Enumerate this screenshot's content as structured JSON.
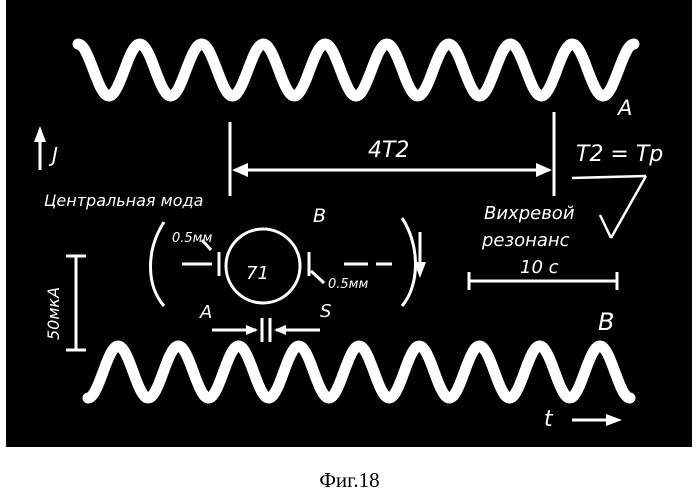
{
  "chart_data": {
    "type": "line",
    "title": "",
    "series": [
      {
        "name": "A",
        "cycles": 9
      },
      {
        "name": "B",
        "cycles": 9
      }
    ],
    "y_axis_label": "J",
    "x_axis_label": "t",
    "period_span_label": "4T2",
    "relation_label": "T2 = Tp",
    "central_mode_label": "Центральная мода",
    "vortex_resonance_label": [
      "Вихревой",
      "резонанс"
    ],
    "time_scale_label": "10 c",
    "current_scale_label": "50мкА",
    "inset": {
      "center_label": "71",
      "label_a": "A",
      "label_b": "B",
      "label_s": "S",
      "gap_top_label": "0.5мм",
      "gap_bottom_label": "0.5мм"
    },
    "background": "#000000",
    "trace_color": "#ffffff"
  },
  "caption": "Фиг.18"
}
